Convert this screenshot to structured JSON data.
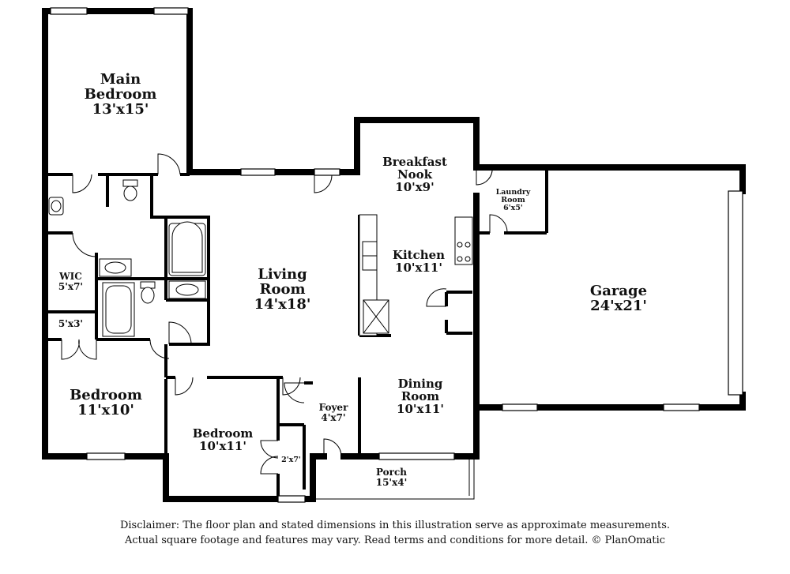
{
  "rooms": {
    "main_bedroom": {
      "name_line1": "Main",
      "name_line2": "Bedroom",
      "dims": "13'x15'"
    },
    "breakfast_nook": {
      "name_line1": "Breakfast",
      "name_line2": "Nook",
      "dims": "10'x9'"
    },
    "laundry_room": {
      "name_line1": "Laundry",
      "name_line2": "Room",
      "dims": "6'x5'"
    },
    "kitchen": {
      "name": "Kitchen",
      "dims": "10'x11'"
    },
    "living_room": {
      "name_line1": "Living",
      "name_line2": "Room",
      "dims": "14'x18'"
    },
    "garage": {
      "name": "Garage",
      "dims": "24'x21'"
    },
    "wic": {
      "name": "WIC",
      "dims": "5'x7'"
    },
    "closet_hall": {
      "dims": "5'x3'"
    },
    "bedroom_2": {
      "name": "Bedroom",
      "dims": "11'x10'"
    },
    "bedroom_3": {
      "name": "Bedroom",
      "dims": "10'x11'"
    },
    "closet_small": {
      "dims": "2'x7'"
    },
    "foyer": {
      "name": "Foyer",
      "dims": "4'x7'"
    },
    "dining_room": {
      "name_line1": "Dining",
      "name_line2": "Room",
      "dims": "10'x11'"
    },
    "porch": {
      "name": "Porch",
      "dims": "15'x4'"
    }
  },
  "disclaimer": {
    "line1": "Disclaimer: The floor plan and stated dimensions in this illustration serve as approximate measurements.",
    "line2": "Actual square footage and features may vary. Read terms and conditions for more detail. © PlanOmatic"
  }
}
